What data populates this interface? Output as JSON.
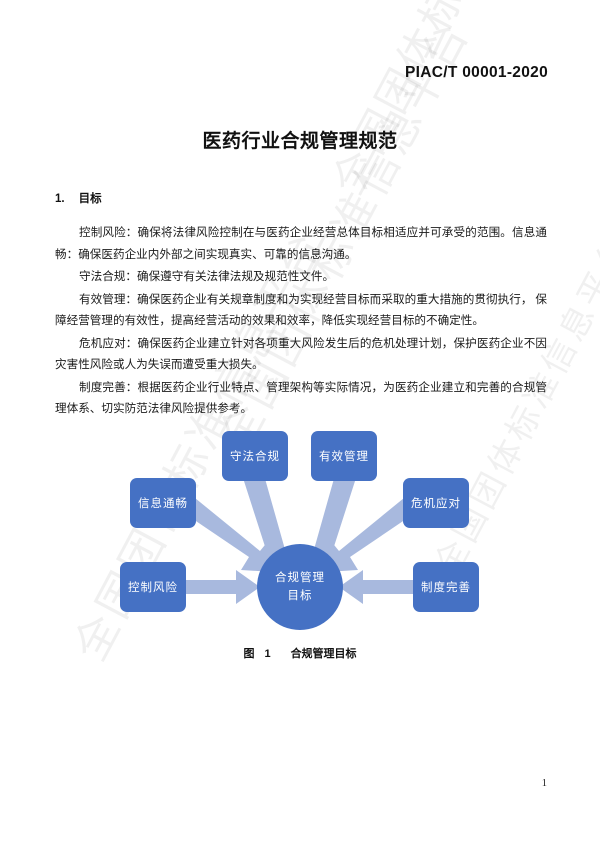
{
  "header": {
    "standard_code": "PIAC/T 00001-2020"
  },
  "title": "医药行业合规管理规范",
  "section": {
    "number": "1.",
    "label": "目标"
  },
  "paragraphs": [
    "控制风险：确保将法律风险控制在与医药企业经营总体目标相适应并可承受的范围。信息通畅：确保医药企业内外部之间实现真实、可靠的信息沟通。",
    "守法合规：确保遵守有关法律法规及规范性文件。",
    "有效管理：确保医药企业有关规章制度和为实现经营目标而采取的重大措施的贯彻执行， 保障经营管理的有效性，提高经营活动的效果和效率，降低实现经营目标的不确定性。",
    "危机应对：确保医药企业建立针对各项重大风险发生后的危机处理计划，保护医药企业不因灾害性风险或人为失误而遭受重大损失。",
    "制度完善：根据医药企业行业特点、管理架构等实际情况，为医药企业建立和完善的合规管理体系、切实防范法律风险提供参考。"
  ],
  "figure": {
    "caption_label": "图",
    "caption_number": "1",
    "caption_title": "合规管理目标",
    "center": {
      "line1": "合规管理",
      "line2": "目标"
    },
    "nodes": [
      {
        "id": "shoufa-hegui",
        "label": "守法合规"
      },
      {
        "id": "youxiao-guanli",
        "label": "有效管理"
      },
      {
        "id": "xinxi-tongchang",
        "label": "信息通畅"
      },
      {
        "id": "weiji-yingdui",
        "label": "危机应对"
      },
      {
        "id": "kongzhi-fengxian",
        "label": "控制风险"
      },
      {
        "id": "zhidu-wanshan",
        "label": "制度完善"
      }
    ],
    "colors": {
      "node_fill": "#4571c4",
      "arrow_fill": "#a8b9de",
      "node_text": "#ffffff"
    }
  },
  "watermark": {
    "text": "全国团体标准信息平台"
  },
  "page_number": "1"
}
